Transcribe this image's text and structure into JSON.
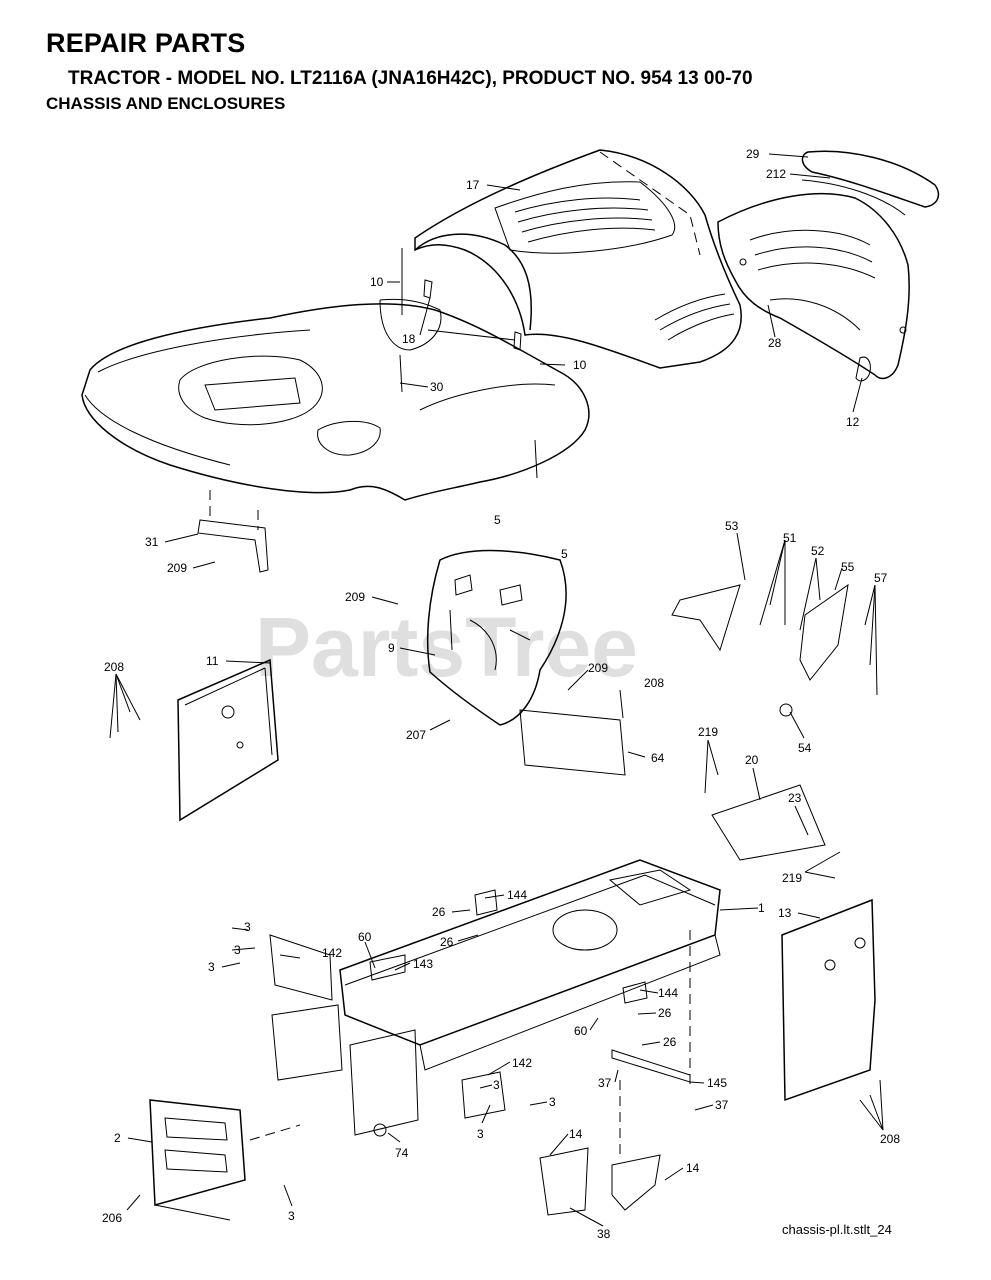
{
  "header": {
    "title": "REPAIR PARTS",
    "subtitle": "TRACTOR - MODEL NO. LT2116A (JNA16H42C), PRODUCT NO. 954 13 00-70",
    "section": "CHASSIS AND ENCLOSURES"
  },
  "footer": {
    "ref": "chassis-pl.lt.stlt_24"
  },
  "watermark": "PartsTree",
  "callouts": [
    {
      "id": "29",
      "label": "29"
    },
    {
      "id": "212",
      "label": "212"
    },
    {
      "id": "17",
      "label": "17"
    },
    {
      "id": "10a",
      "label": "10"
    },
    {
      "id": "18",
      "label": "18"
    },
    {
      "id": "10b",
      "label": "10"
    },
    {
      "id": "30",
      "label": "30"
    },
    {
      "id": "28",
      "label": "28"
    },
    {
      "id": "12",
      "label": "12"
    },
    {
      "id": "5a",
      "label": "5"
    },
    {
      "id": "5b",
      "label": "5"
    },
    {
      "id": "31",
      "label": "31"
    },
    {
      "id": "209a",
      "label": "209"
    },
    {
      "id": "209b",
      "label": "209"
    },
    {
      "id": "53",
      "label": "53"
    },
    {
      "id": "51",
      "label": "51"
    },
    {
      "id": "52",
      "label": "52"
    },
    {
      "id": "55",
      "label": "55"
    },
    {
      "id": "57",
      "label": "57"
    },
    {
      "id": "208a",
      "label": "208"
    },
    {
      "id": "11",
      "label": "11"
    },
    {
      "id": "9",
      "label": "9"
    },
    {
      "id": "209c",
      "label": "209"
    },
    {
      "id": "208b",
      "label": "208"
    },
    {
      "id": "54",
      "label": "54"
    },
    {
      "id": "207",
      "label": "207"
    },
    {
      "id": "64",
      "label": "64"
    },
    {
      "id": "219a",
      "label": "219"
    },
    {
      "id": "20",
      "label": "20"
    },
    {
      "id": "23",
      "label": "23"
    },
    {
      "id": "219b",
      "label": "219"
    },
    {
      "id": "144a",
      "label": "144"
    },
    {
      "id": "1",
      "label": "1"
    },
    {
      "id": "13",
      "label": "13"
    },
    {
      "id": "26a",
      "label": "26"
    },
    {
      "id": "3a",
      "label": "3"
    },
    {
      "id": "26b",
      "label": "26"
    },
    {
      "id": "3b",
      "label": "3"
    },
    {
      "id": "142a",
      "label": "142"
    },
    {
      "id": "60a",
      "label": "60"
    },
    {
      "id": "143",
      "label": "143"
    },
    {
      "id": "3c",
      "label": "3"
    },
    {
      "id": "144b",
      "label": "144"
    },
    {
      "id": "26c",
      "label": "26"
    },
    {
      "id": "60b",
      "label": "60"
    },
    {
      "id": "26d",
      "label": "26"
    },
    {
      "id": "142b",
      "label": "142"
    },
    {
      "id": "3d",
      "label": "3"
    },
    {
      "id": "3e",
      "label": "3"
    },
    {
      "id": "37a",
      "label": "37"
    },
    {
      "id": "145",
      "label": "145"
    },
    {
      "id": "37b",
      "label": "37"
    },
    {
      "id": "3f",
      "label": "3"
    },
    {
      "id": "2",
      "label": "2"
    },
    {
      "id": "74",
      "label": "74"
    },
    {
      "id": "14a",
      "label": "14"
    },
    {
      "id": "14b",
      "label": "14"
    },
    {
      "id": "208c",
      "label": "208"
    },
    {
      "id": "3g",
      "label": "3"
    },
    {
      "id": "206",
      "label": "206"
    },
    {
      "id": "38",
      "label": "38"
    }
  ]
}
